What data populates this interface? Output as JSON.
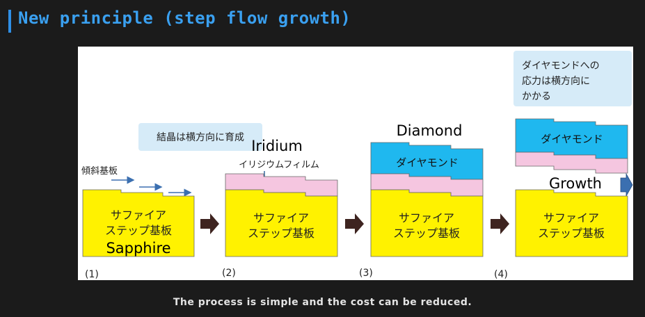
{
  "title": "New principle (step flow growth)",
  "caption": "The process is simple and the cost can be reduced.",
  "diagram": {
    "substrate_label_line1": "サファイア",
    "substrate_label_line2": "ステップ基板",
    "sapphire": "Sapphire",
    "tilted_substrate": "傾斜基板",
    "crystal_note": "結晶は横方向に育成",
    "iridium": "Iridium",
    "iridium_film": "イリジウムフィルム",
    "diamond": "Diamond",
    "diamond_jp": "ダイヤモンド",
    "growth": "Growth",
    "stress_note_line1": "ダイヤモンドへの",
    "stress_note_line2": "応力は横方向に",
    "stress_note_line3": "かかる",
    "step1": "(1)",
    "step2": "(2)",
    "step3": "(3)",
    "step4": "(4)",
    "colors": {
      "substrate": "#fff200",
      "iridium": "#f5c6e0",
      "diamond": "#1fb8ef",
      "note_bg": "#d6ebf8",
      "arrow": "#3e2420",
      "blue_arrow": "#3b6fb0",
      "title": "#3aa0f0",
      "accent_bar": "#2f8fe6"
    }
  }
}
